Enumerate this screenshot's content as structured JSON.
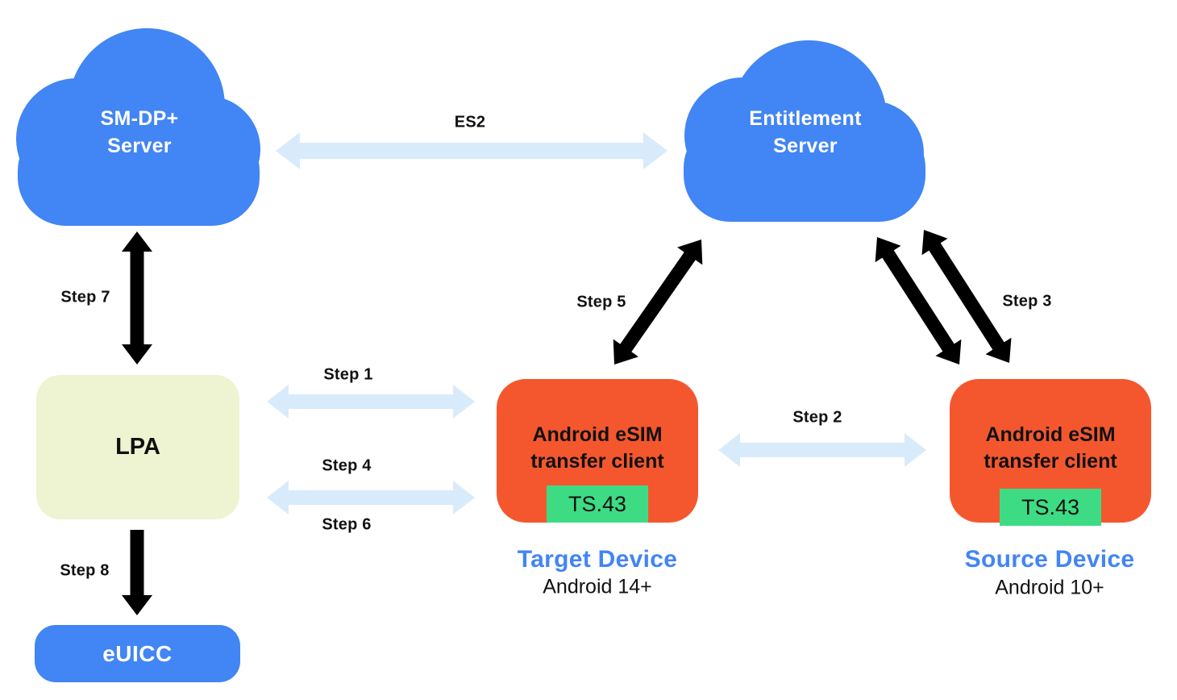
{
  "colors": {
    "node_blue": "#4285F4",
    "arrow_light_blue": "#D8EBFB",
    "client_orange": "#F4572E",
    "ts43_green": "#3DDC84",
    "lpa_yellow_green": "#EEF3D2",
    "arrow_black": "#000000",
    "device_label_blue": "#4285F4",
    "text_black": "#111111"
  },
  "nodes": {
    "smdp_server": {
      "line1": "SM-DP+",
      "line2": "Server"
    },
    "entitlement_server": {
      "line1": "Entitlement",
      "line2": "Server"
    },
    "lpa": {
      "label": "LPA"
    },
    "euicc": {
      "label": "eUICC"
    },
    "target_device": {
      "client_label": "Android eSIM transfer client",
      "badge": "TS.43",
      "caption": "Target Device",
      "os": "Android 14+"
    },
    "source_device": {
      "client_label": "Android eSIM transfer client",
      "badge": "TS.43",
      "caption": "Source Device",
      "os": "Android 10+"
    }
  },
  "edges": {
    "es2": {
      "label": "ES2"
    },
    "step1": {
      "label": "Step 1"
    },
    "step2": {
      "label": "Step 2"
    },
    "step3": {
      "label": "Step 3"
    },
    "step4": {
      "label": "Step 4"
    },
    "step5": {
      "label": "Step 5"
    },
    "step6": {
      "label": "Step 6"
    },
    "step7": {
      "label": "Step 7"
    },
    "step8": {
      "label": "Step 8"
    }
  }
}
